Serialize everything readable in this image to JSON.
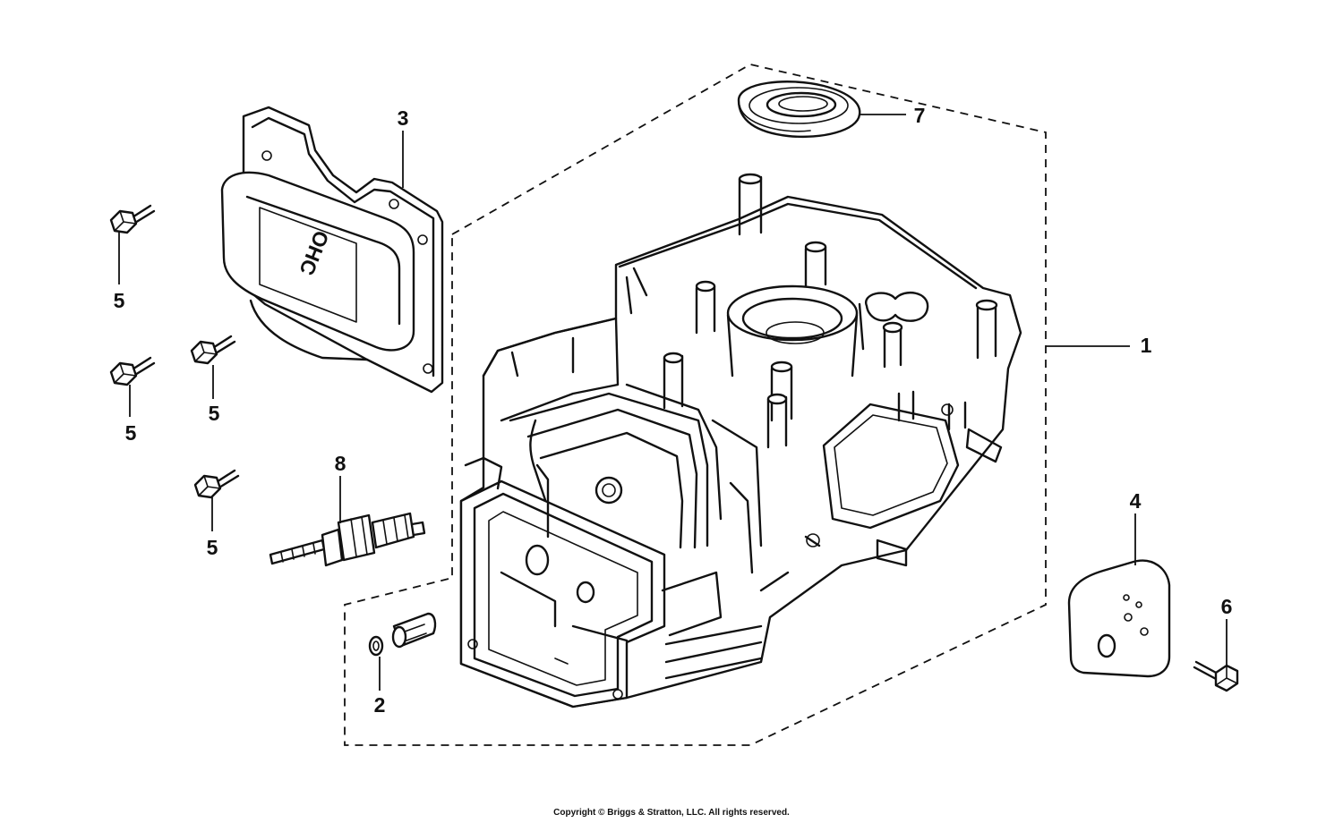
{
  "diagram": {
    "callouts": [
      {
        "id": "callout-1",
        "label": "1"
      },
      {
        "id": "callout-2",
        "label": "2"
      },
      {
        "id": "callout-3",
        "label": "3"
      },
      {
        "id": "callout-4",
        "label": "4"
      },
      {
        "id": "callout-5a",
        "label": "5"
      },
      {
        "id": "callout-5b",
        "label": "5"
      },
      {
        "id": "callout-5c",
        "label": "5"
      },
      {
        "id": "callout-5d",
        "label": "5"
      },
      {
        "id": "callout-6",
        "label": "6"
      },
      {
        "id": "callout-7",
        "label": "7"
      },
      {
        "id": "callout-8",
        "label": "8"
      }
    ],
    "cover_logo_text": "OHC",
    "copyright": "Copyright © Briggs & Stratton, LLC. All rights reserved."
  }
}
